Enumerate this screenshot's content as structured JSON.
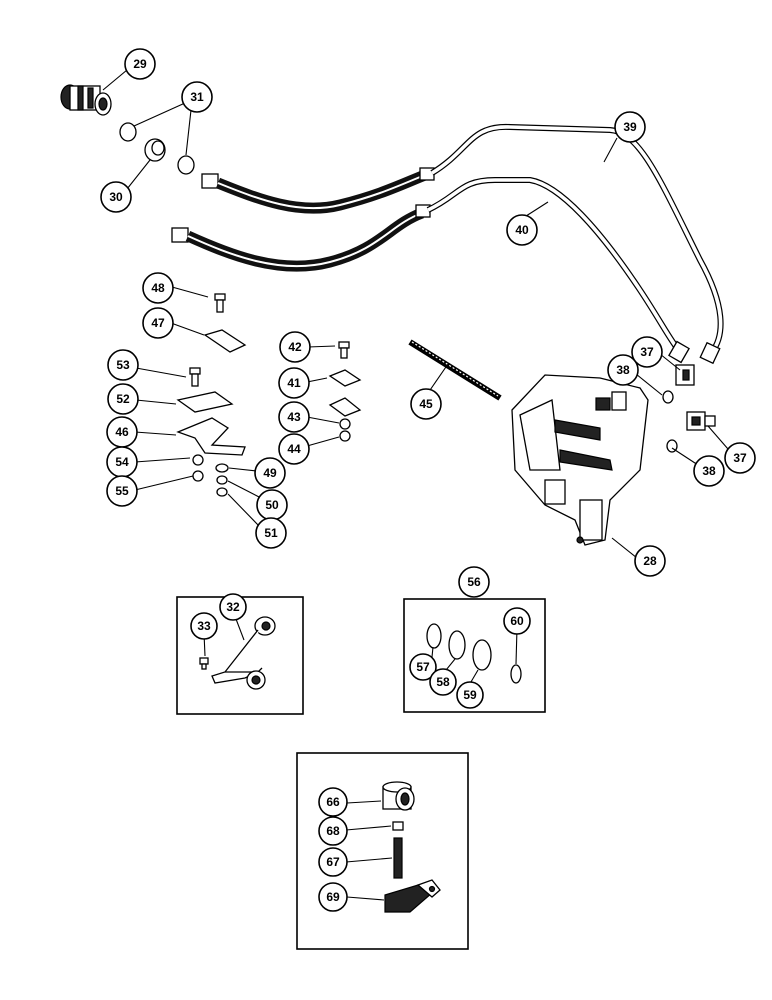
{
  "callouts": {
    "c29": "29",
    "c31a": "31",
    "c30": "30",
    "c39": "39",
    "c40": "40",
    "c48": "48",
    "c47": "47",
    "c53": "53",
    "c52": "52",
    "c46": "46",
    "c54": "54",
    "c55": "55",
    "c49": "49",
    "c50": "50",
    "c51": "51",
    "c42": "42",
    "c41": "41",
    "c43": "43",
    "c44": "44",
    "c45": "45",
    "c38a": "38",
    "c37a": "37",
    "c38b": "38",
    "c37b": "37",
    "c28": "28",
    "c33": "33",
    "c32": "32",
    "c56": "56",
    "c57": "57",
    "c58": "58",
    "c59": "59",
    "c60": "60",
    "c66": "66",
    "c68": "68",
    "c67": "67",
    "c69": "69"
  }
}
